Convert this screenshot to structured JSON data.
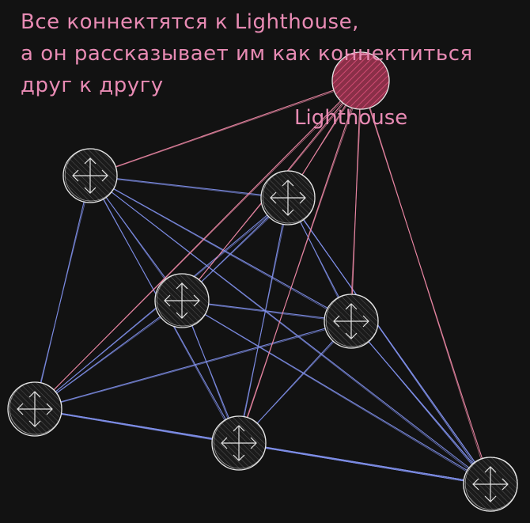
{
  "caption": {
    "lines": [
      "Все коннектятся к Lighthouse,",
      "а он рассказывает им как коннектиться",
      "друг к другу"
    ]
  },
  "lighthouse": {
    "label": "Lighthouse"
  },
  "colors": {
    "background": "#121212",
    "text": "#e88bb4",
    "lighthouse_fill": "#8a2f48",
    "lighthouse_edge": "#f08aa8",
    "peer_edge": "#7f8fe8",
    "node_stroke": "#e6e6e6"
  },
  "graph": {
    "node_icon": "four-way-arrows-icon",
    "lighthouse_icon": "lighthouse-circle-icon",
    "peer_count": 8,
    "lighthouse_connects_to": [
      0,
      1,
      2,
      3,
      4,
      5,
      7
    ],
    "peer_links": [
      [
        0,
        1
      ],
      [
        0,
        2
      ],
      [
        0,
        3
      ],
      [
        0,
        4
      ],
      [
        0,
        5
      ],
      [
        0,
        6
      ],
      [
        1,
        2
      ],
      [
        1,
        3
      ],
      [
        1,
        4
      ],
      [
        1,
        5
      ],
      [
        1,
        6
      ],
      [
        2,
        3
      ],
      [
        2,
        4
      ],
      [
        2,
        5
      ],
      [
        2,
        6
      ],
      [
        3,
        4
      ],
      [
        3,
        5
      ],
      [
        3,
        6
      ],
      [
        4,
        5
      ],
      [
        4,
        6
      ],
      [
        5,
        6
      ],
      [
        4,
        7
      ],
      [
        5,
        7
      ],
      [
        6,
        7
      ],
      [
        3,
        7
      ],
      [
        1,
        7
      ]
    ]
  }
}
